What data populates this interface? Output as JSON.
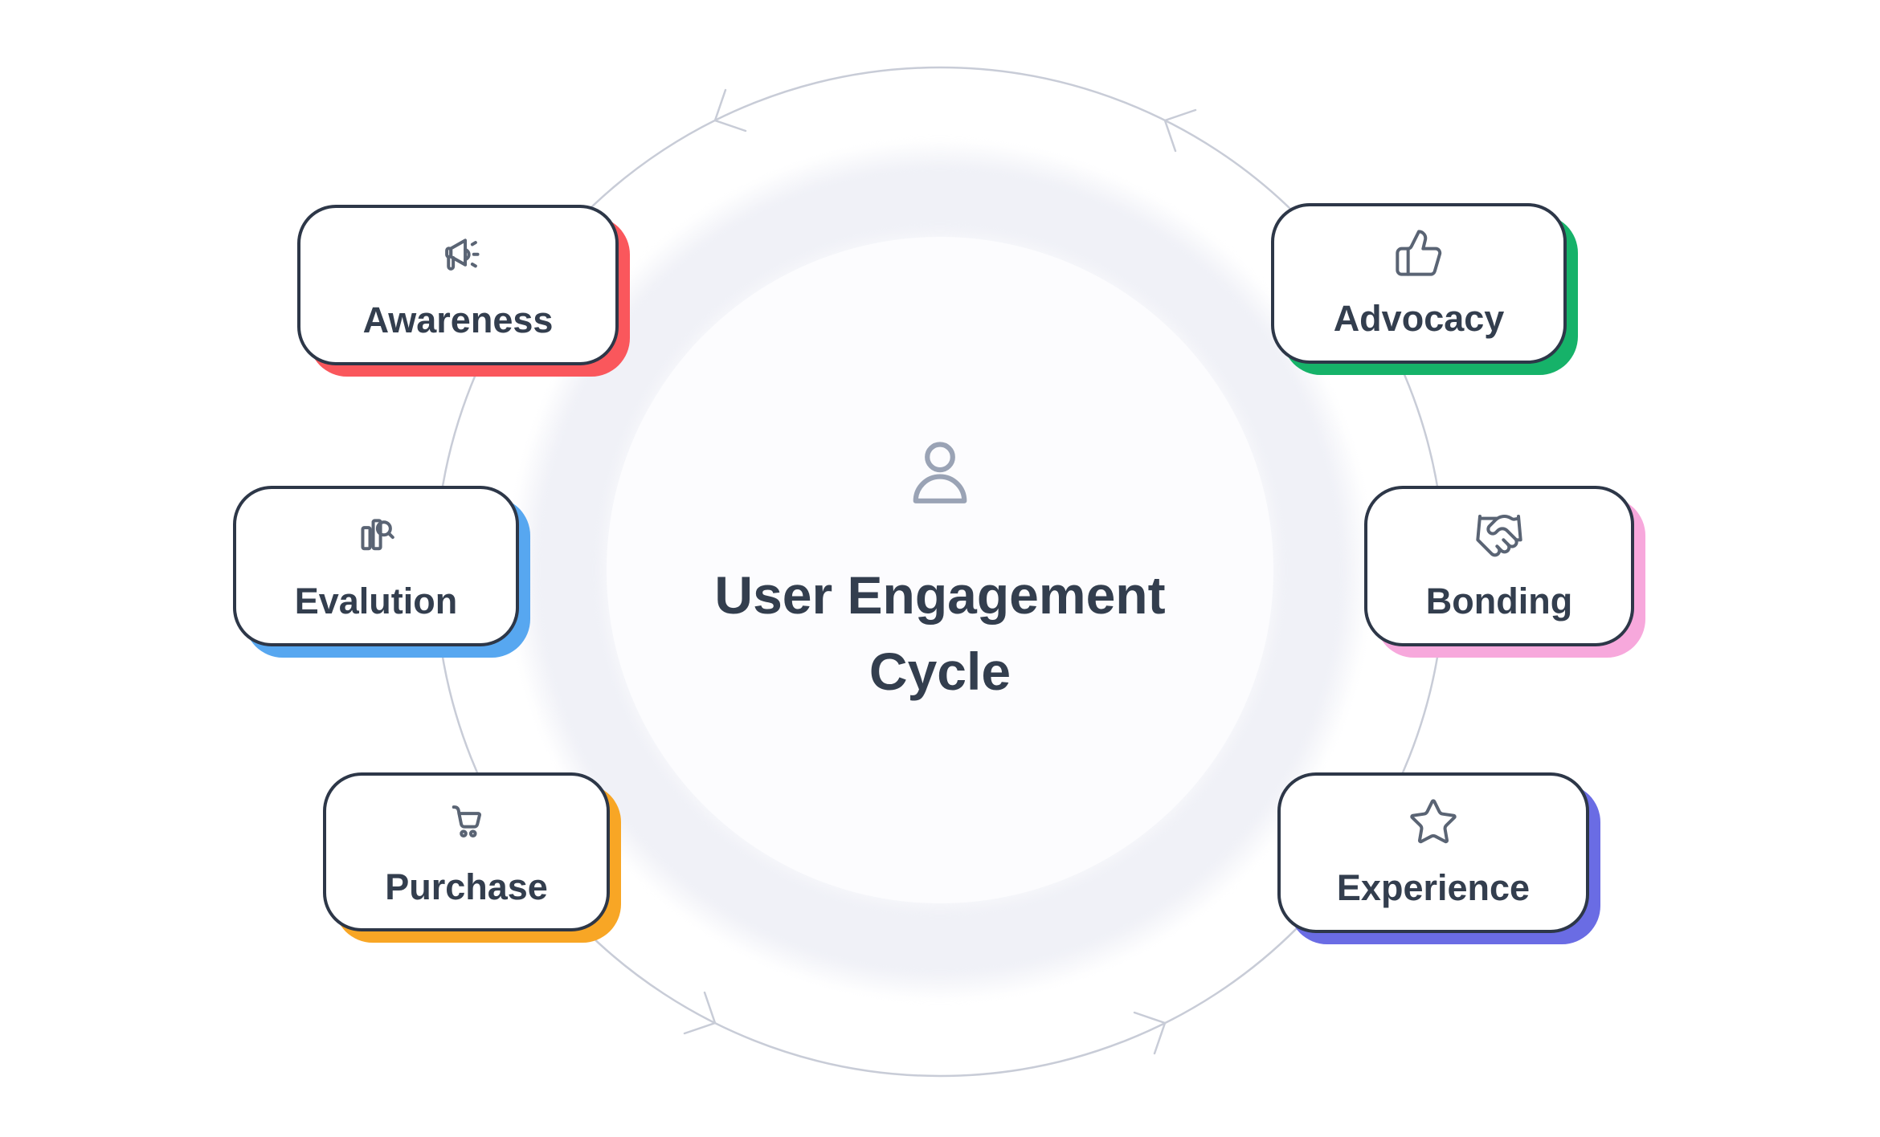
{
  "center": {
    "title_line1": "User Engagement",
    "title_line2": "Cycle",
    "icon": "user-icon"
  },
  "cycle_ring": {
    "arrows": 4,
    "direction": "counterclockwise"
  },
  "stages": [
    {
      "label": "Awareness",
      "icon": "megaphone-icon",
      "accent": "#fa575c"
    },
    {
      "label": "Evalution",
      "icon": "bar-chart-search-icon",
      "accent": "#57a7f0"
    },
    {
      "label": "Purchase",
      "icon": "shopping-cart-icon",
      "accent": "#f8a625"
    },
    {
      "label": "Advocacy",
      "icon": "thumbs-up-icon",
      "accent": "#16b269"
    },
    {
      "label": "Bonding",
      "icon": "handshake-icon",
      "accent": "#f7a8dc"
    },
    {
      "label": "Experience",
      "icon": "star-icon",
      "accent": "#6a6ce4"
    }
  ],
  "colors": {
    "background": "#ffffff",
    "card_bg": "#ffffff",
    "card_border": "#2d3748",
    "label_text": "#333e4e",
    "icon_slate": "#5a6474",
    "center_icon_gray": "#9aa3b5",
    "halo_ring": "#f0f1f7",
    "orbit_line": "#c8ccd7"
  }
}
